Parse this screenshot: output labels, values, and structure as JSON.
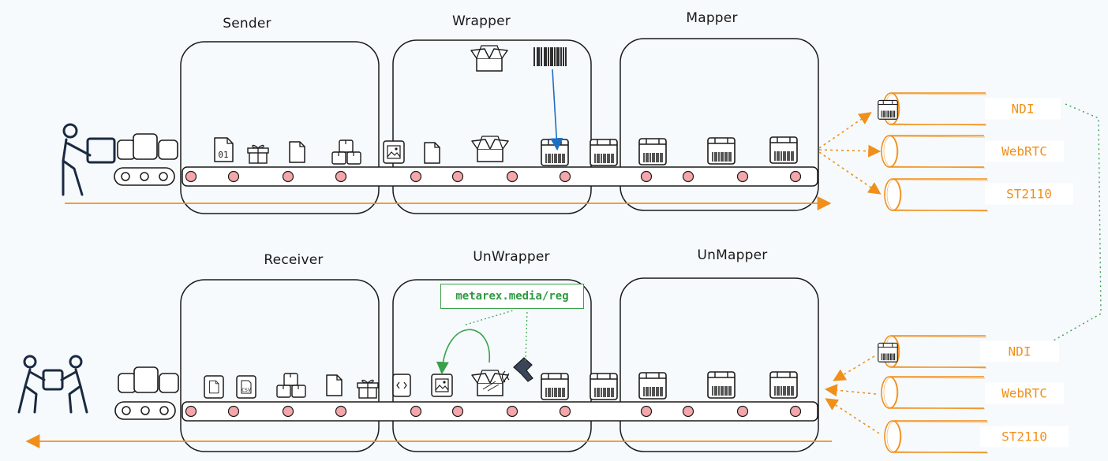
{
  "stages": {
    "top": [
      "Sender",
      "Wrapper",
      "Mapper"
    ],
    "bottom": [
      "Receiver",
      "UnWrapper",
      "UnMapper"
    ]
  },
  "protocols": {
    "top": [
      "NDI",
      "WebRTC",
      "ST2110"
    ],
    "bottom": [
      "NDI",
      "WebRTC",
      "ST2110"
    ]
  },
  "registry": "metarex.media/reg",
  "file_badges": {
    "binary": "01",
    "csv": "CSV"
  },
  "colors": {
    "accent": "#f0901b",
    "ink": "#1a1a1a",
    "roller": "#f4a7ab",
    "link": "#3aa14a",
    "arrow_blue": "#1c6fc1",
    "background": "#f6fafd"
  },
  "icons": [
    "worker-carrying-box-icon",
    "workers-carrying-box-icon",
    "box-stack-icon",
    "conveyor-icon",
    "binary-file-icon",
    "gift-icon",
    "file-icon",
    "boxes-icon",
    "image-file-icon",
    "open-box-icon",
    "barcode-icon",
    "barcoded-box-icon",
    "csv-file-icon",
    "code-file-icon",
    "scanner-icon",
    "pipe-icon"
  ]
}
